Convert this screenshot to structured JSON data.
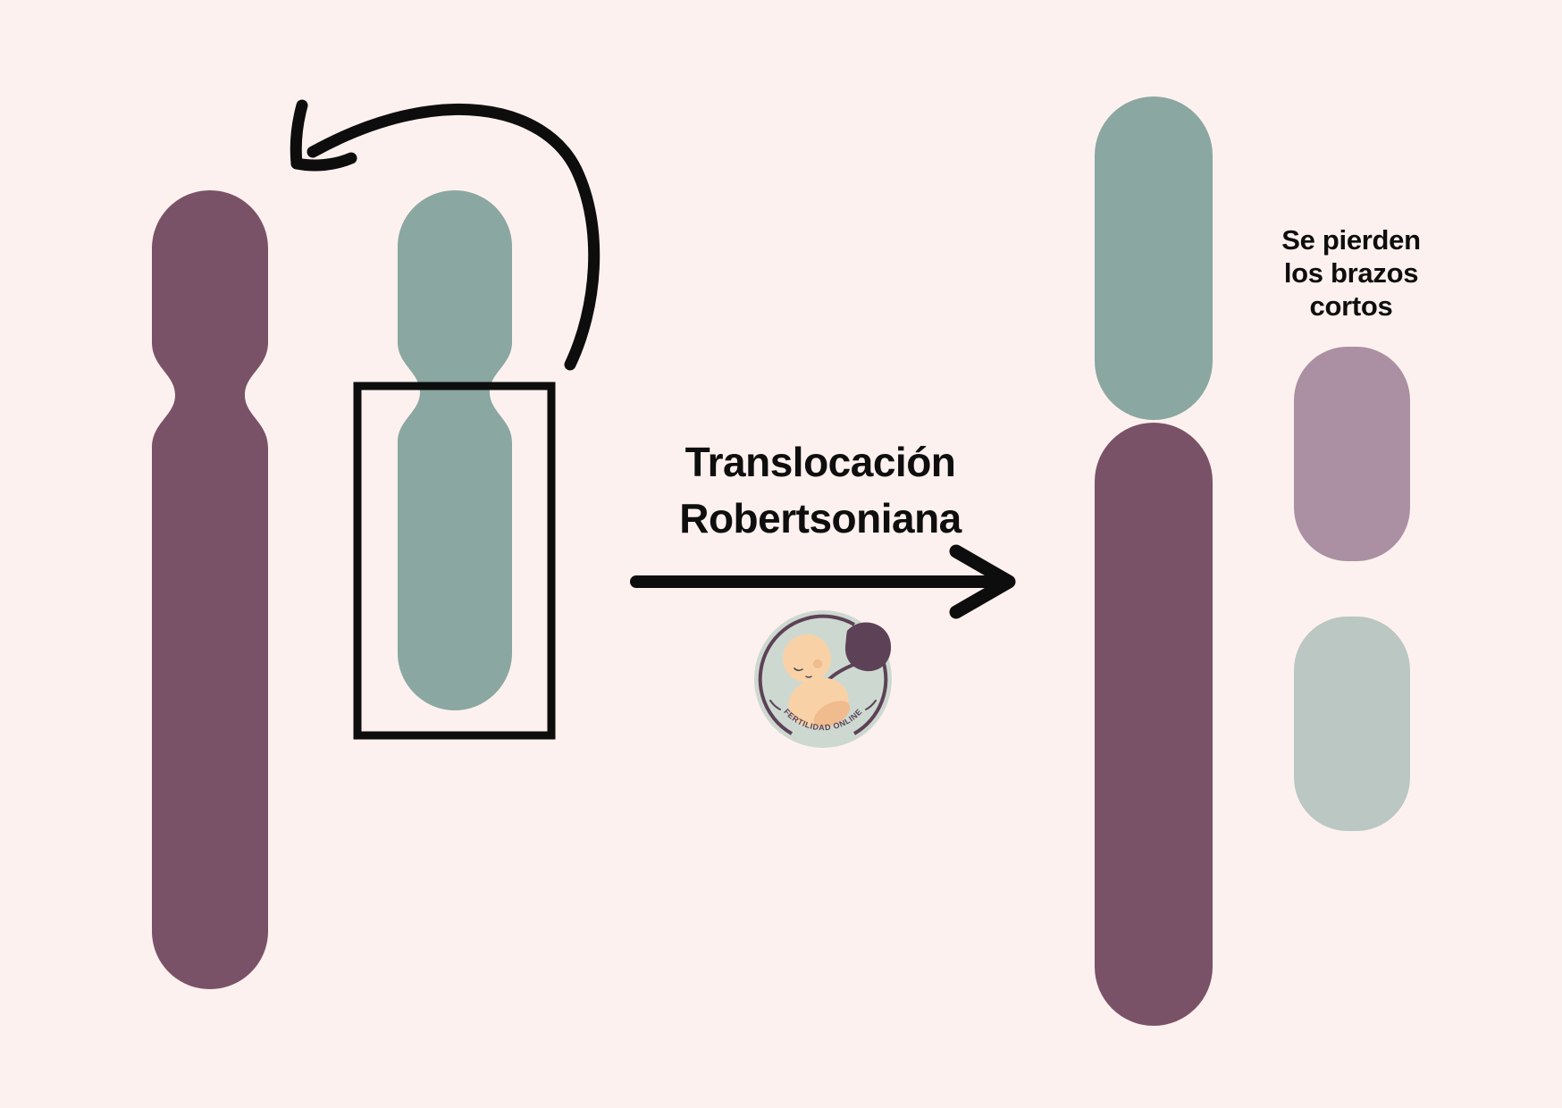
{
  "background": "#fdf1ef",
  "ink": "#0e0e0e",
  "title": {
    "line1": "Translocación",
    "line2": "Robertsoniana"
  },
  "annotation": {
    "line1": "Se pierden",
    "line2": "los brazos",
    "line3": "cortos"
  },
  "logo": {
    "brand": "FERTILIDAD ONLINE",
    "circle_bg": "#cdd9d0",
    "accent": "#5d4257",
    "skin": "#f9d1a7",
    "skin_shade": "#f0bb8d",
    "face_ink": "#4a4a4a"
  },
  "colors": {
    "chromosome_purple": "#7a5267",
    "chromosome_green": "#8aa7a1",
    "lost_arm_mauve": "#ab90a4",
    "lost_arm_sage": "#bac7c2"
  },
  "shapes": {
    "left_purple_chromosome": "large-acrocentric-chromosome",
    "left_green_chromosome": "small-acrocentric-chromosome",
    "selection_box": "long-arm-selection-rectangle",
    "curved_arrow": "translocation-direction-arrow",
    "transition_arrow": "before-after-arrow",
    "fused_green_segment": "fused-chromosome-green-long-arm",
    "fused_purple_segment": "fused-chromosome-purple-long-arm",
    "lost_arm_purple": "lost-short-arm-purple",
    "lost_arm_green": "lost-short-arm-green"
  }
}
